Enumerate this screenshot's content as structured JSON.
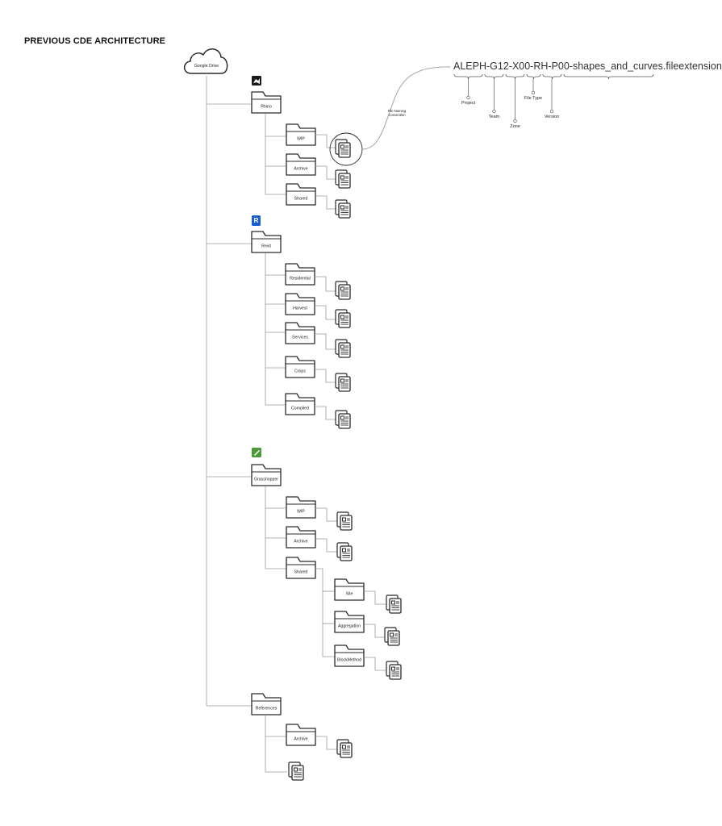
{
  "title": "PREVIOUS CDE ARCHITECTURE",
  "root": {
    "label": "Google Drive"
  },
  "convention": {
    "caption": "File Naming Convention",
    "filename": "ALEPH-G12-X00-RH-P00-shapes_and_curves.fileextension",
    "parts": {
      "project": "Project",
      "team": "Team",
      "zone": "Zone",
      "file_type": "File Type",
      "version": "Version"
    }
  },
  "folders": {
    "rhino": "Rhino",
    "rhino_wip": "WIP",
    "rhino_archive": "Archive",
    "rhino_shared": "Shared",
    "revit": "Revit",
    "revit_residential": "Residential",
    "revit_harvest": "Harvest",
    "revit_services": "Services",
    "revit_crops": "Crops",
    "revit_compiled": "Compiled",
    "grasshopper": "Grasshopper",
    "gh_wip": "WIP",
    "gh_archive": "Archive",
    "gh_shared": "Shared",
    "gh_site": "Site",
    "gh_aggregation": "Aggregation",
    "gh_blockmethod": "BlockMethod",
    "references": "References",
    "ref_archive": "Archive"
  },
  "app_icons": {
    "rhino": {
      "name": "rhino-logo-icon",
      "color": "#1a1a1a"
    },
    "revit": {
      "name": "revit-logo-icon",
      "color": "#1a5fd1",
      "letter": "R"
    },
    "grasshopper": {
      "name": "grasshopper-logo-icon",
      "color": "#4a9a3c"
    }
  },
  "colors": {
    "line": "#9a9a9a",
    "stroke": "#2a2a2a"
  }
}
